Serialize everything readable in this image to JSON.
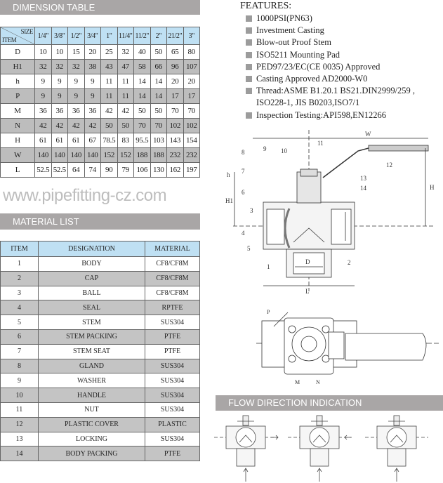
{
  "dimension_table": {
    "title": "DIMENSION TABLE",
    "corner_size": "SIZE",
    "corner_item": "ITEM",
    "sizes": [
      "1/4\"",
      "3/8\"",
      "1/2\"",
      "3/4\"",
      "1\"",
      "11/4\"",
      "11/2\"",
      "2\"",
      "21/2\"",
      "3\""
    ],
    "rows": [
      {
        "item": "D",
        "values": [
          "10",
          "10",
          "15",
          "20",
          "25",
          "32",
          "40",
          "50",
          "65",
          "80"
        ]
      },
      {
        "item": "H1",
        "values": [
          "32",
          "32",
          "32",
          "38",
          "43",
          "47",
          "58",
          "66",
          "96",
          "107"
        ]
      },
      {
        "item": "h",
        "values": [
          "9",
          "9",
          "9",
          "9",
          "11",
          "11",
          "14",
          "14",
          "20",
          "20"
        ]
      },
      {
        "item": "P",
        "values": [
          "9",
          "9",
          "9",
          "9",
          "11",
          "11",
          "14",
          "14",
          "17",
          "17"
        ]
      },
      {
        "item": "M",
        "values": [
          "36",
          "36",
          "36",
          "36",
          "42",
          "42",
          "50",
          "50",
          "70",
          "70"
        ]
      },
      {
        "item": "N",
        "values": [
          "42",
          "42",
          "42",
          "42",
          "50",
          "50",
          "70",
          "70",
          "102",
          "102"
        ]
      },
      {
        "item": "H",
        "values": [
          "61",
          "61",
          "61",
          "67",
          "78.5",
          "83",
          "95.5",
          "103",
          "143",
          "154"
        ]
      },
      {
        "item": "W",
        "values": [
          "140",
          "140",
          "140",
          "140",
          "152",
          "152",
          "188",
          "188",
          "232",
          "232"
        ]
      },
      {
        "item": "L",
        "values": [
          "52.5",
          "52.5",
          "64",
          "74",
          "90",
          "79",
          "106",
          "130",
          "162",
          "197"
        ]
      }
    ]
  },
  "material_list": {
    "title": "MATERIAL LIST",
    "headers": [
      "ITEM",
      "DESIGNATION",
      "MATERIAL"
    ],
    "rows": [
      [
        "1",
        "BODY",
        "CF8/CF8M"
      ],
      [
        "2",
        "CAP",
        "CF8/CF8M"
      ],
      [
        "3",
        "BALL",
        "CF8/CF8M"
      ],
      [
        "4",
        "SEAL",
        "RPTFE"
      ],
      [
        "5",
        "STEM",
        "SUS304"
      ],
      [
        "6",
        "STEM PACKING",
        "PTFE"
      ],
      [
        "7",
        "STEM SEAT",
        "PTFE"
      ],
      [
        "8",
        "GLAND",
        "SUS304"
      ],
      [
        "9",
        "WASHER",
        "SUS304"
      ],
      [
        "10",
        "HANDLE",
        "SUS304"
      ],
      [
        "11",
        "NUT",
        "SUS304"
      ],
      [
        "12",
        "PLASTIC COVER",
        "PLASTIC"
      ],
      [
        "13",
        "LOCKING",
        "SUS304"
      ],
      [
        "14",
        "BODY PACKING",
        "PTFE"
      ]
    ]
  },
  "features": {
    "title": "FEATURES:",
    "items": [
      "1000PSI(PN63)",
      "Investment Casting",
      "Blow-out Proof Stem",
      "ISO5211 Mounting Pad",
      "PED97/23/EC(CE 0035) Approved",
      "Casting Approved AD2000-W0",
      "Thread:ASME B1.20.1 BS21.DIN2999/259 , ISO228-1, JIS B0203,ISO7/1",
      "Inspection Testing:API598,EN12266"
    ]
  },
  "drawing": {
    "callouts": [
      "1",
      "2",
      "3",
      "4",
      "5",
      "6",
      "7",
      "8",
      "9",
      "10",
      "11",
      "12",
      "13",
      "14"
    ],
    "dims": {
      "W": "W",
      "H": "H",
      "H1": "H1",
      "h": "h",
      "D": "D",
      "L": "L",
      "P": "P",
      "M": "M",
      "N": "N"
    }
  },
  "flow": {
    "title": "FLOW DIRECTION INDICATION"
  },
  "watermark": "www.pipefitting-cz.com",
  "colors": {
    "bar": "#a9a6a6",
    "header": "#bfe0f3",
    "shade": "#bdbdbd"
  }
}
